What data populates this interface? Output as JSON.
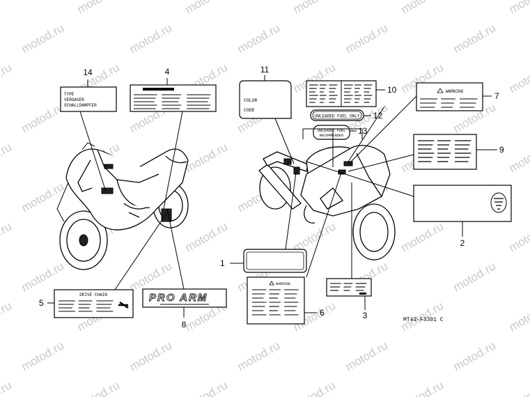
{
  "watermark": "motod.ru",
  "diagram_code": "MT43-F3301 C",
  "callouts": {
    "c1": "1",
    "c2": "2",
    "c3": "3",
    "c4": "4",
    "c5": "5",
    "c6": "6",
    "c7": "7",
    "c8": "8",
    "c9": "9",
    "c10": "10",
    "c11": "11",
    "c12": "12",
    "c13": "13",
    "c14": "14"
  },
  "labels": {
    "type_line1": "TYPE",
    "type_line2": "VERGASER",
    "type_line3": "SCHALLDAMPFER",
    "color": "COLOR",
    "code": "CODE",
    "unleaded_only": "UNLEADED FUEL ONLY",
    "unleaded_rec1": "UNLEADED FUEL",
    "unleaded_rec2": "RECOMMENDED",
    "warning7": "WARNING",
    "warning6": "WARNING",
    "drive_chain": "DRIVE CHAIN",
    "pro_arm": "PRO ARM"
  },
  "colors": {
    "ink": "#000000",
    "watermark": "#c9c9c9",
    "background": "#ffffff"
  }
}
